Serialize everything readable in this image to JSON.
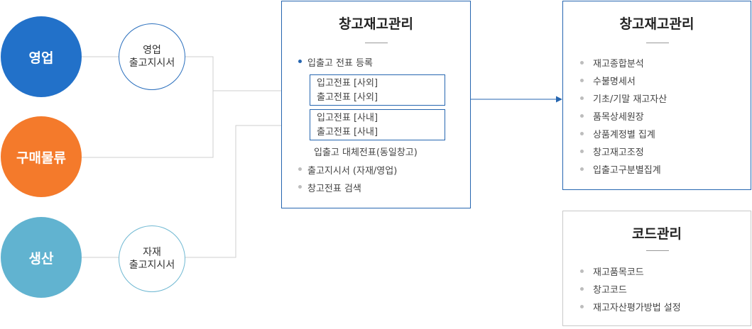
{
  "sources": {
    "sales": "영업",
    "purchase": "구매물류",
    "production": "생산"
  },
  "orders": {
    "sales": [
      "영업",
      "출고지시서"
    ],
    "material": [
      "자재",
      "출고지시서"
    ]
  },
  "main_box": {
    "title": "창고재고관리",
    "voucher_registration": "입출고 전표 등록",
    "external": [
      "입고전표 [사외]",
      "출고전표 [사외]"
    ],
    "internal": [
      "입고전표 [사내]",
      "출고전표 [사내]"
    ],
    "substitute": "입출고 대체전표(동일창고)",
    "items": [
      "출고지시서 (자재/영업)",
      "창고전표 검색"
    ]
  },
  "result_box": {
    "title": "창고재고관리",
    "items": [
      "재고종합분석",
      "수불명세서",
      "기초/기말 재고자산",
      "품목상세원장",
      "상품계정별 집계",
      "창고재고조정",
      "입출고구분별집계"
    ]
  },
  "code_box": {
    "title": "코드관리",
    "items": [
      "재고품목코드",
      "창고코드",
      "재고자산평가방법 설정"
    ]
  },
  "colors": {
    "sales": "#2271c9",
    "purchase": "#f47a2b",
    "production": "#61b3d0",
    "accent": "#2666b0"
  }
}
